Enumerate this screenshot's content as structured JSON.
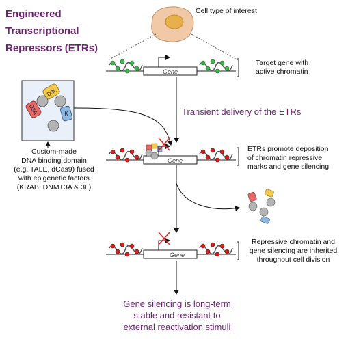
{
  "title": {
    "line1": "Engineered",
    "line2": "Transcriptional",
    "line3": "Repressors (ETRs)"
  },
  "labels": {
    "cell_type": "Cell type of interest",
    "target_gene_1": "Target gene with",
    "target_gene_2": "active chromatin",
    "transient_delivery": "Transient delivery of the ETRs",
    "etr_promote_1": "ETRs promote deposition",
    "etr_promote_2": "of chromatin repressive",
    "etr_promote_3": "marks and gene silencing",
    "custom_1": "Custom-made",
    "custom_2": "DNA binding domain",
    "custom_3": "(e.g. TALE, dCas9) fused",
    "custom_4": "with epigenetic factors",
    "custom_5": "(KRAB, DNMT3A & 3L)",
    "inherited_1": "Repressive chromatin and",
    "inherited_2": "gene silencing are inherited",
    "inherited_3": "throughout cell division",
    "conclusion_1": "Gene silencing is long-term",
    "conclusion_2": "stable and resistant to",
    "conclusion_3": "external reactivation stimuli",
    "gene": "Gene",
    "box_d3l": "D3L",
    "box_d3a": "D3A",
    "box_k": "K"
  },
  "colors": {
    "title": "#6b2470",
    "active_nucleosome": "#3bb54a",
    "repressive_mark": "#d42020",
    "cross": "#e0201c",
    "d3l": "#f2c94c",
    "d3a": "#e46a6a",
    "krab": "#8fb8de"
  }
}
